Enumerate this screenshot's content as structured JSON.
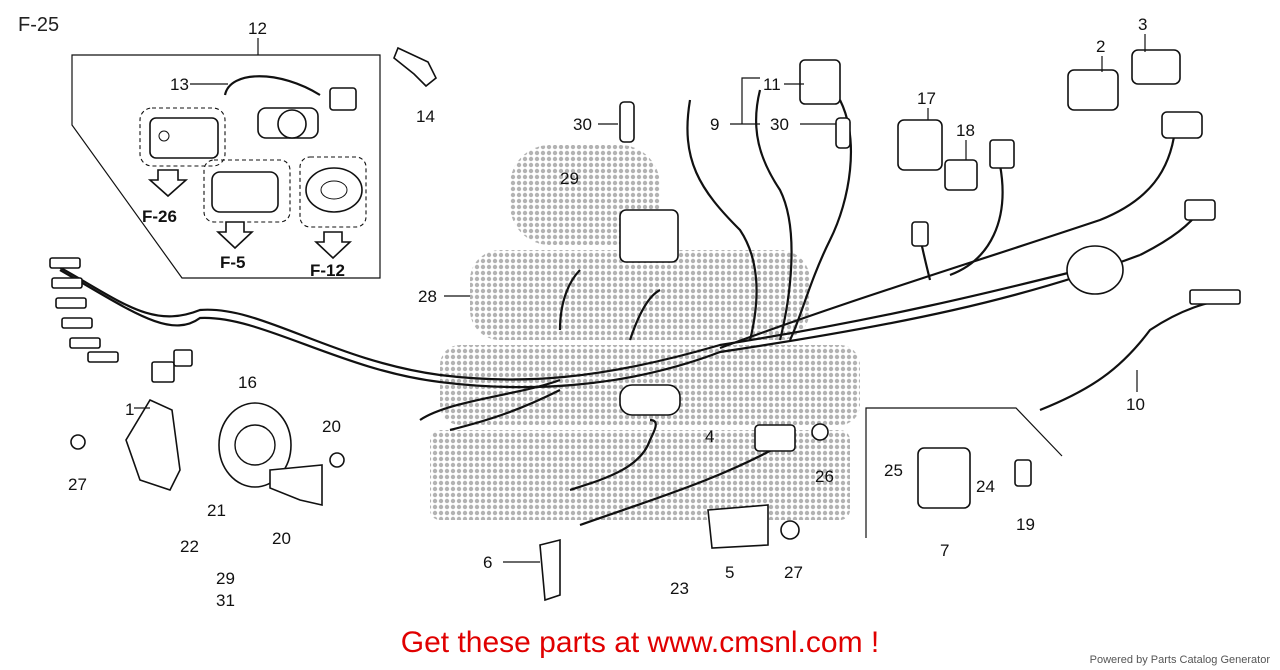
{
  "page_label": "F-25",
  "banner_text": "Get these parts at www.cmsnl.com !",
  "powered_text": "Powered by Parts Catalog Generator",
  "watermark_color": "#9a9a9a",
  "banner_color": "#e00000",
  "ref_labels": [
    "F-26",
    "F-5",
    "F-12"
  ],
  "callouts": [
    "1",
    "2",
    "3",
    "4",
    "5",
    "6",
    "7",
    "9",
    "10",
    "11",
    "12",
    "13",
    "14",
    "16",
    "17",
    "18",
    "19",
    "20",
    "20",
    "21",
    "22",
    "23",
    "24",
    "25",
    "26",
    "27",
    "27",
    "28",
    "29",
    "29",
    "30",
    "30",
    "31"
  ]
}
